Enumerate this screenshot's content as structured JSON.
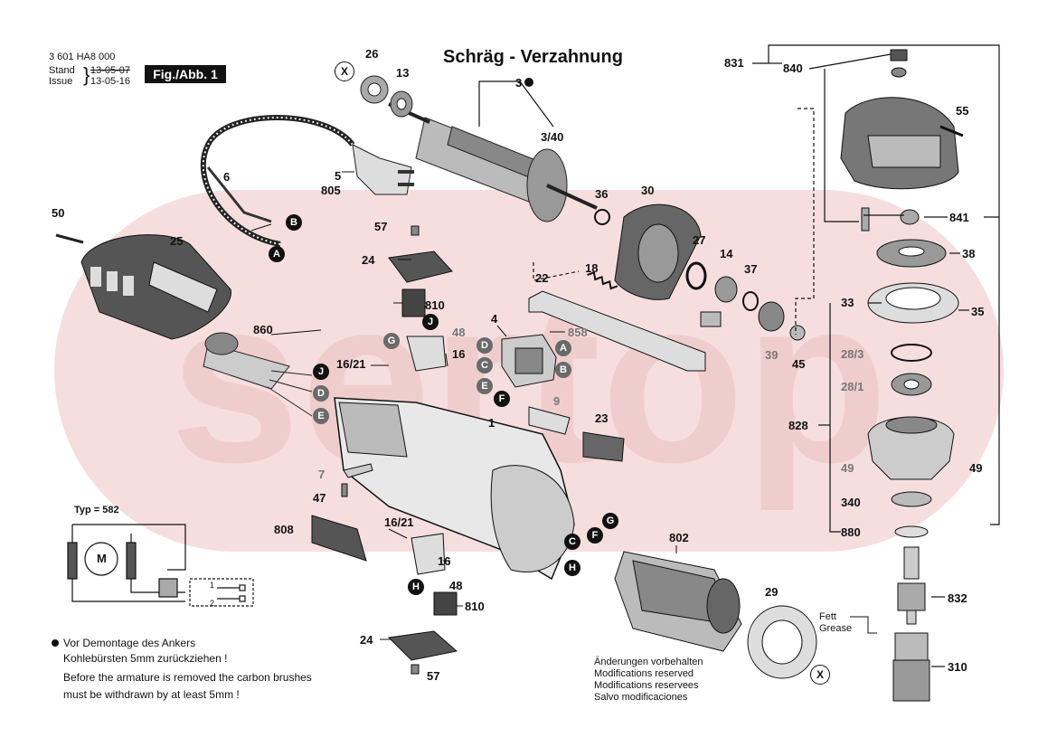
{
  "header": {
    "part_no": "3 601 HA8 000",
    "stand_label": "Stand",
    "issue_label": "Issue",
    "date_old": "13-05-07",
    "date_new": "13-05-16",
    "fig_label": "Fig./Abb. 1"
  },
  "title": "Schräg - Verzahnung",
  "watermark": "sertop",
  "parts": {
    "p3": "3",
    "p3_40": "3/40",
    "p26": "26",
    "p13": "13",
    "p6": "6",
    "p5": "5",
    "p805": "805",
    "p50": "50",
    "p25": "25",
    "p57a": "57",
    "p24a": "24",
    "p810a": "810",
    "p48a": "48",
    "p860": "860",
    "p16_21a": "16/21",
    "p16a": "16",
    "p4": "4",
    "p858": "858",
    "p22": "22",
    "p18": "18",
    "p36": "36",
    "p30": "30",
    "p27": "27",
    "p14": "14",
    "p37": "37",
    "p39": "39",
    "p45": "45",
    "p9": "9",
    "p1": "1",
    "p23": "23",
    "p7": "7",
    "p47": "47",
    "p808": "808",
    "p16_21b": "16/21",
    "p16b": "16",
    "p48b": "48",
    "p810b": "810",
    "p24b": "24",
    "p57b": "57",
    "p802": "802",
    "p29": "29",
    "p831": "831",
    "p840": "840",
    "p55": "55",
    "p841": "841",
    "p38": "38",
    "p33": "33",
    "p35": "35",
    "p28_3": "28/3",
    "p28_1": "28/1",
    "p828": "828",
    "p49a": "49",
    "p49b": "49",
    "p340": "340",
    "p880": "880",
    "p832": "832",
    "p310": "310"
  },
  "markers": {
    "A": "A",
    "B": "B",
    "C": "C",
    "D": "D",
    "E": "E",
    "F": "F",
    "G": "G",
    "H": "H",
    "J": "J",
    "X": "X"
  },
  "typ_label": "Typ = 582",
  "motor_letter": "M",
  "switch_labels": {
    "one": "1",
    "two": "2"
  },
  "grease": {
    "fett": "Fett",
    "grease": "Grease"
  },
  "note_de_1": "Vor Demontage des Ankers",
  "note_de_2": "Kohlebürsten 5mm zurückziehen !",
  "note_en_1": "Before the armature is removed the carbon brushes",
  "note_en_2": "must be withdrawn by at least 5mm !",
  "modifications": [
    "Änderungen vorbehalten",
    "Modifications reserved",
    "Modifications reservees",
    "Salvo modificaciones"
  ],
  "colors": {
    "watermark": "#f7dede",
    "black_marker": "#111111",
    "gray_marker": "#6a6a6a"
  }
}
